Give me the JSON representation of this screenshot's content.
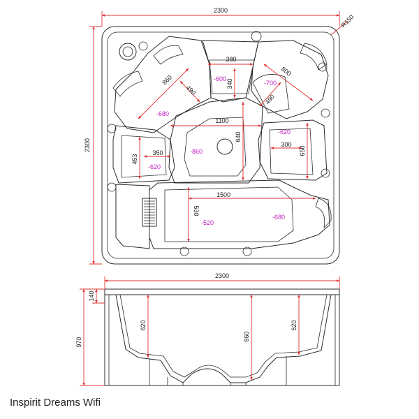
{
  "caption": "Inspirit Dreams Wifi",
  "top_view": {
    "overall_width": "2300",
    "overall_height": "2300",
    "corner_radius": "R150",
    "dims": {
      "seat_a_length": "860",
      "seat_a_width": "490",
      "seat_b_depth": "380",
      "seat_b_width": "340",
      "seat_c_length": "800",
      "seat_c_width": "490",
      "center_width": "1100",
      "center_height": "640",
      "seat_left_width": "350",
      "seat_left_height": "453",
      "seat_right_width": "300",
      "seat_right_height": "650",
      "lounger_length": "1500",
      "lounger_width": "530"
    },
    "depths": {
      "d_seat_b": "-600",
      "d_seat_c": "-700",
      "d_seat_a": "-680",
      "d_right": "-620",
      "d_center": "-860",
      "d_left": "-620",
      "d_lounger_head": "-520",
      "d_lounger_foot": "-680"
    }
  },
  "side_view": {
    "overall_width": "2300",
    "total_height": "970",
    "lip": "140",
    "seat_depth_left": "620",
    "footwell_depth": "860",
    "seat_depth_right": "620"
  }
}
